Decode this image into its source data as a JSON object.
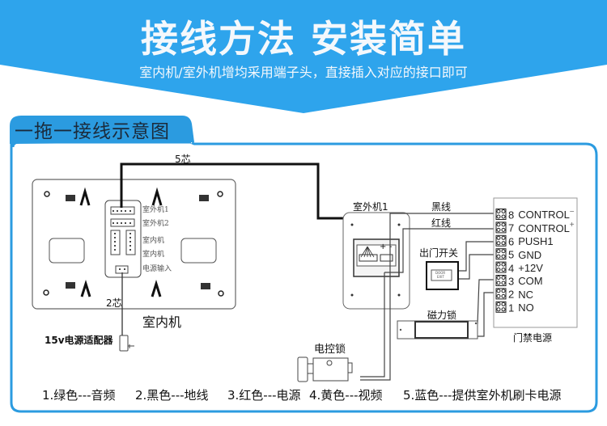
{
  "header": {
    "title": "接线方法 安装简单",
    "subtitle": "室内机/室外机增均采用端子头，直接插入对应的接口即可"
  },
  "section": {
    "title": "一拖一接线示意图"
  },
  "colors": {
    "brand_blue": "#2ea4ec",
    "panel_border": "#2b9be0",
    "title_text": "#1b2a3a"
  },
  "diagram": {
    "cable_top_label": "5芯",
    "cable_power_label": "2芯",
    "indoor_unit": {
      "label": "室内机",
      "ports": [
        "室外机1",
        "室外机2",
        "室内机",
        "室内机",
        "电源输入"
      ]
    },
    "adapter_label": "15v电源适配器",
    "outdoor_unit": {
      "label": "室外机1",
      "polarity": [
        "+",
        "-"
      ]
    },
    "wire_labels": {
      "black": "黑线",
      "red": "红线"
    },
    "exit_switch": {
      "label": "出门开关",
      "button_text": [
        "DOOR",
        "EXIT"
      ]
    },
    "magnetic_lock_label": "磁力锁",
    "electric_lock_label": "电控锁",
    "access_power": {
      "label": "门禁电源",
      "terminals": [
        {
          "num": "8",
          "name": "CONTROL",
          "sign": "−"
        },
        {
          "num": "7",
          "name": "CONTROL",
          "sign": "+"
        },
        {
          "num": "6",
          "name": "PUSH1",
          "sign": ""
        },
        {
          "num": "5",
          "name": "GND",
          "sign": ""
        },
        {
          "num": "4",
          "name": "+12V",
          "sign": ""
        },
        {
          "num": "3",
          "name": "COM",
          "sign": ""
        },
        {
          "num": "2",
          "name": "NC",
          "sign": ""
        },
        {
          "num": "1",
          "name": "NO",
          "sign": ""
        }
      ]
    }
  },
  "legend": [
    "1.绿色---音频",
    "2.黑色---地线",
    "3.红色---电源",
    "4.黄色---视频",
    "5.蓝色---提供室外机刷卡电源"
  ]
}
